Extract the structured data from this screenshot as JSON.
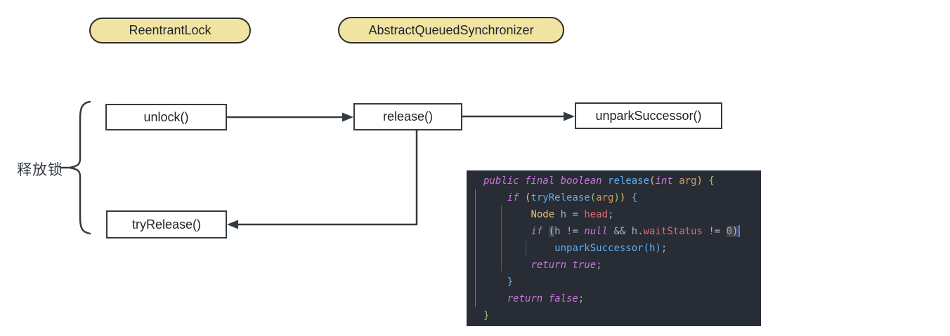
{
  "diagram": {
    "classes": [
      {
        "label": "ReentrantLock"
      },
      {
        "label": "AbstractQueuedSynchronizer"
      }
    ],
    "nodes": [
      {
        "id": "unlock",
        "label": "unlock()"
      },
      {
        "id": "release",
        "label": "release()"
      },
      {
        "id": "unparkSuccessor",
        "label": "unparkSuccessor()"
      },
      {
        "id": "tryRelease",
        "label": "tryRelease()"
      }
    ],
    "group_label": "释放锁",
    "colors": {
      "pill_fill": "#f1e4a2",
      "pill_border": "#2d2d2d",
      "box_border": "#333a40",
      "arrow": "#333a40"
    }
  },
  "code": {
    "colors": {
      "background": "#282c34",
      "keyword": "#c678dd",
      "function": "#61afef",
      "class": "#e5c07b",
      "number": "#d19a66",
      "field": "#e06c75",
      "plain": "#abb2bf",
      "bracket_green": "#98c379",
      "bracket_yellow": "#e5c07b",
      "bracket_blue": "#61afef",
      "match_highlight": "#3e4451",
      "cursor": "#5281ff"
    },
    "lines": [
      {
        "tokens": [
          [
            "kw",
            "public final boolean"
          ],
          [
            "pl",
            " "
          ],
          [
            "fn",
            "release"
          ],
          [
            "ylw",
            "("
          ],
          [
            "kw",
            "int"
          ],
          [
            "pl",
            " "
          ],
          [
            "num",
            "arg"
          ],
          [
            "ylw",
            ")"
          ],
          [
            "pl",
            " "
          ],
          [
            "grn",
            "{"
          ]
        ]
      },
      {
        "tokens": [
          [
            "pl",
            "    "
          ],
          [
            "kw",
            "if"
          ],
          [
            "pl",
            " "
          ],
          [
            "ylw",
            "("
          ],
          [
            "fn",
            "tryRelease"
          ],
          [
            "grn",
            "("
          ],
          [
            "num",
            "arg"
          ],
          [
            "grn",
            ")"
          ],
          [
            "ylw",
            ")"
          ],
          [
            "pl",
            " "
          ],
          [
            "blu",
            "{"
          ]
        ]
      },
      {
        "tokens": [
          [
            "pl",
            "        "
          ],
          [
            "cls",
            "Node"
          ],
          [
            "pl",
            " h = "
          ],
          [
            "red",
            "head"
          ],
          [
            "pl",
            ";"
          ]
        ]
      },
      {
        "tokens": [
          [
            "pl",
            "        "
          ],
          [
            "kw",
            "if"
          ],
          [
            "pl",
            " "
          ],
          [
            "hl",
            "("
          ],
          [
            "pl",
            "h != "
          ],
          [
            "kw",
            "null"
          ],
          [
            "pl",
            " && h."
          ],
          [
            "red",
            "waitStatus"
          ],
          [
            "pl",
            " != "
          ],
          [
            "hlnum",
            "0"
          ],
          [
            "hl",
            ")"
          ],
          [
            "cur",
            ""
          ]
        ]
      },
      {
        "tokens": [
          [
            "pl",
            "            "
          ],
          [
            "fn",
            "unparkSuccessor(h)"
          ],
          [
            "pl",
            ";"
          ]
        ]
      },
      {
        "tokens": [
          [
            "pl",
            "        "
          ],
          [
            "kw",
            "return true"
          ],
          [
            "pl",
            ";"
          ]
        ]
      },
      {
        "tokens": [
          [
            "pl",
            "    "
          ],
          [
            "blu",
            "}"
          ]
        ]
      },
      {
        "tokens": [
          [
            "pl",
            "    "
          ],
          [
            "kw",
            "return false"
          ],
          [
            "pl",
            ";"
          ]
        ]
      },
      {
        "tokens": [
          [
            "grn",
            "}"
          ]
        ]
      }
    ]
  }
}
